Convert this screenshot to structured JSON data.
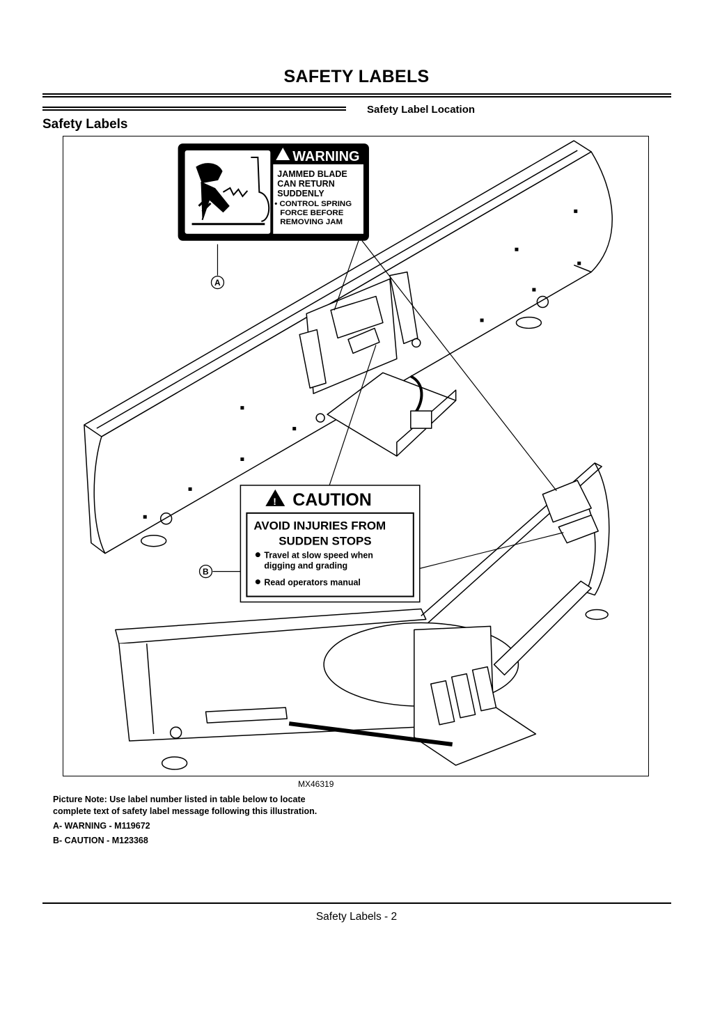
{
  "page": {
    "title": "SAFETY LABELS",
    "section_heading": "Safety Labels",
    "subsection_heading": "Safety Label Location"
  },
  "figure": {
    "id": "MX46319",
    "callouts": {
      "a": "A",
      "b": "B"
    },
    "warning_label": {
      "header": "WARNING",
      "lines": [
        "JAMMED BLADE",
        "CAN RETURN",
        "SUDDENLY",
        "• CONTROL SPRING",
        "FORCE BEFORE",
        "REMOVING JAM"
      ]
    },
    "caution_label": {
      "header": "CAUTION",
      "lines": [
        "AVOID INJURIES FROM",
        "SUDDEN STOPS"
      ],
      "bullets": [
        "Travel at slow speed when",
        "digging and grading",
        "Read operators manual"
      ]
    }
  },
  "picture_note": "Picture Note: Use label number listed in table below to locate complete text of safety label message following this illustration.",
  "legend": [
    "A- WARNING - M119672",
    "B- CAUTION - M123368"
  ],
  "footer": "Safety Labels - 2"
}
